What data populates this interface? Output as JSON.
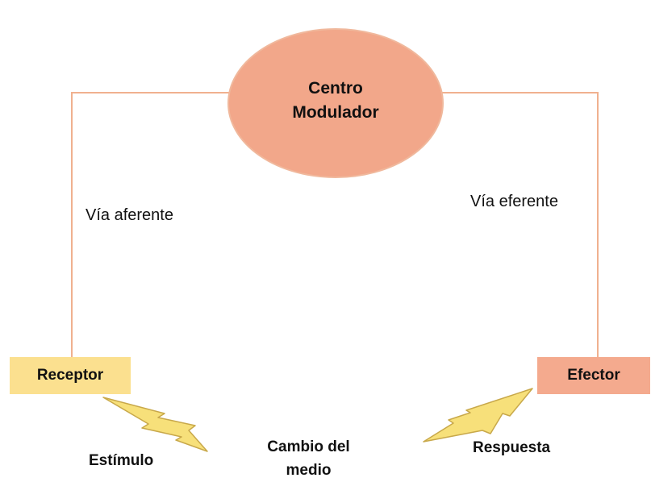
{
  "nodes": {
    "center": {
      "label_line1": "Centro",
      "label_line2": "Modulador"
    },
    "receptor": {
      "label": "Receptor"
    },
    "efector": {
      "label": "Efector"
    }
  },
  "edges": {
    "afferent": {
      "label": "Vía aferente"
    },
    "efferent": {
      "label": "Vía eferente"
    }
  },
  "labels": {
    "stimulus": "Estímulo",
    "change_line1": "Cambio del",
    "change_line2": "medio",
    "response": "Respuesta"
  },
  "colors": {
    "line": "#f0b18f",
    "circle_fill": "#f2a78a",
    "circle_stroke": "#f0b89c",
    "receptor_fill": "#fbe08f",
    "efector_fill": "#f4aa8e",
    "bolt_fill": "#f7e07a",
    "bolt_stroke": "#c8a84a"
  }
}
